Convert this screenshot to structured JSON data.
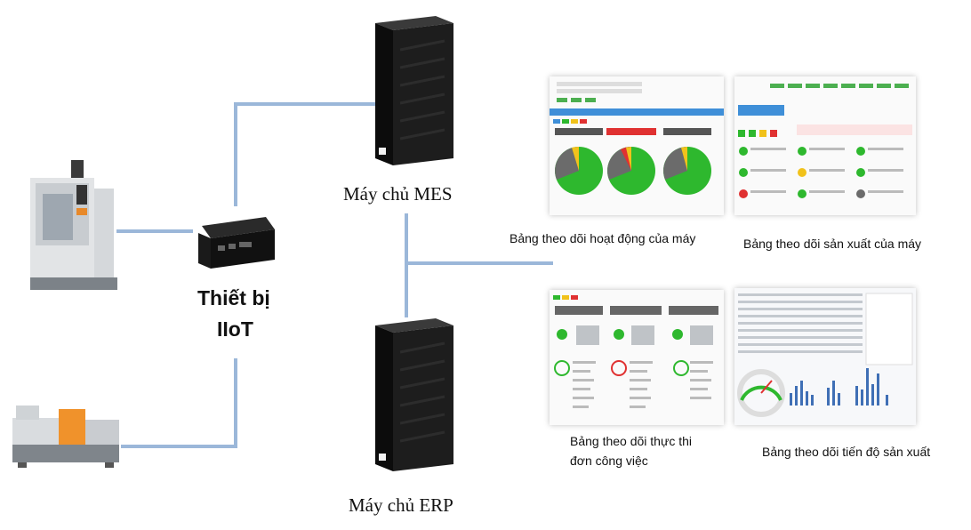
{
  "iiot": {
    "line1": "Thiết bị",
    "line2": "IIoT"
  },
  "servers": {
    "mes": "Máy chủ MES",
    "erp": "Máy chủ ERP"
  },
  "dashboards": {
    "machine_activity": "Bảng theo dõi hoạt động của máy",
    "machine_production": "Bảng theo dõi sản xuất của máy",
    "work_order_line1": "Bảng theo dõi thực thi",
    "work_order_line2": "đơn công việc",
    "production_progress": "Bảng theo dõi tiến độ sản xuất"
  },
  "colors": {
    "connector": "#9bb7d9",
    "status_green": "#2eb82e",
    "status_yellow": "#f1c21b",
    "status_red": "#e03131",
    "status_gray": "#6b6b6b",
    "chart_blue": "#3f6fb5"
  }
}
